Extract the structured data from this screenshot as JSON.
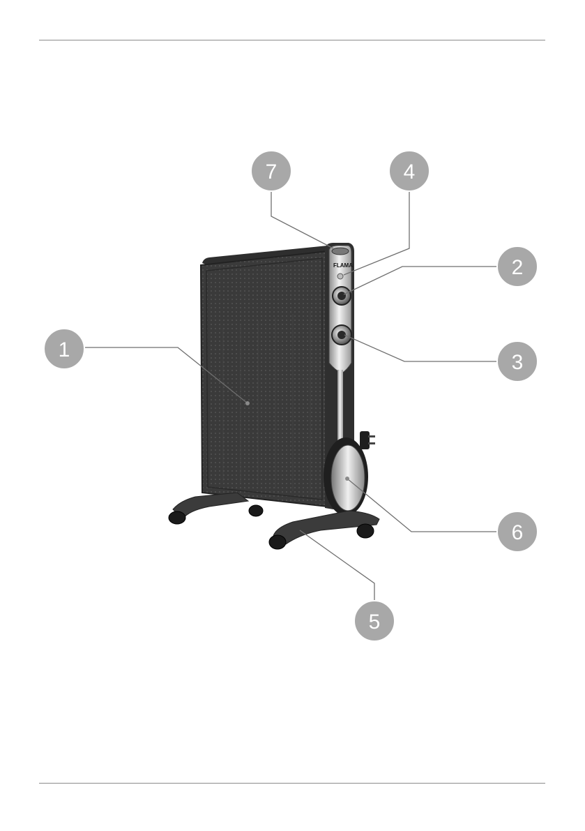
{
  "document": {
    "figure": {
      "product": "oil-free radiator heater",
      "brand_text": "FLAMA",
      "callouts": [
        {
          "id": "1",
          "label": "1"
        },
        {
          "id": "2",
          "label": "2"
        },
        {
          "id": "3",
          "label": "3"
        },
        {
          "id": "4",
          "label": "4"
        },
        {
          "id": "5",
          "label": "5"
        },
        {
          "id": "6",
          "label": "6"
        },
        {
          "id": "7",
          "label": "7"
        }
      ]
    },
    "colors": {
      "callout_fill": "#a8a8a8",
      "callout_stroke": "#ffffff",
      "leader_line": "#6f6f6f",
      "heater_body": "#3c3c3c",
      "panel_silver": "#d9d9d9"
    }
  }
}
